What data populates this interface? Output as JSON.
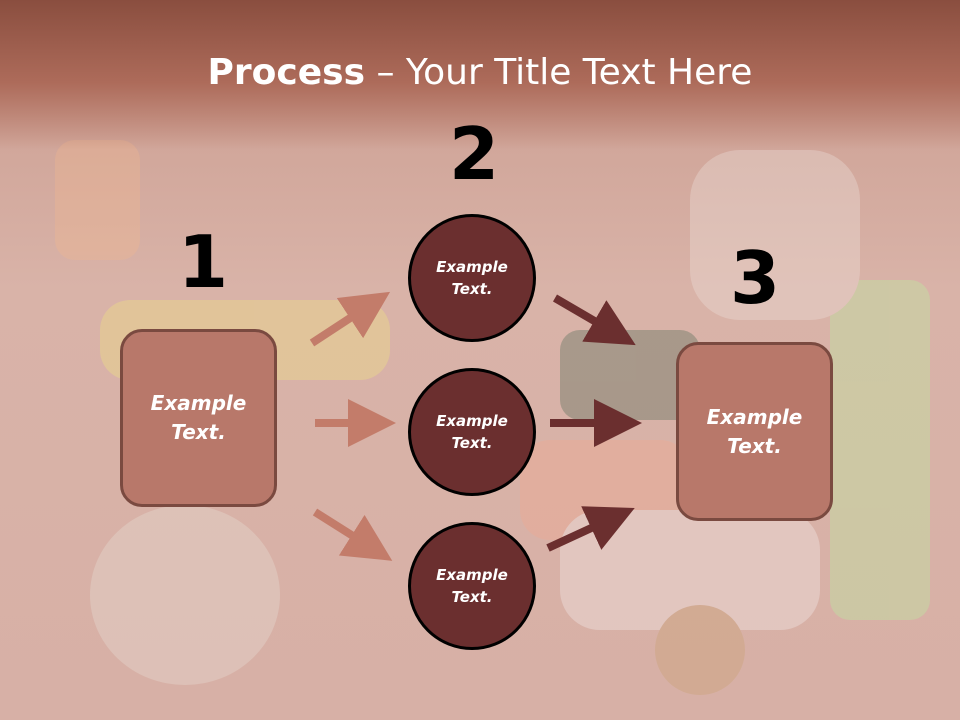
{
  "slide": {
    "title_bold": "Process",
    "title_rest": " – Your Title Text Here"
  },
  "steps": {
    "n1": "1",
    "n2": "2",
    "n3": "3"
  },
  "left_box": {
    "text_line1": "Example",
    "text_line2": "Text."
  },
  "right_box": {
    "text_line1": "Example",
    "text_line2": "Text."
  },
  "circles": [
    {
      "line1": "Example",
      "line2": "Text."
    },
    {
      "line1": "Example",
      "line2": "Text."
    },
    {
      "line1": "Example",
      "line2": "Text."
    }
  ],
  "colors": {
    "box_fill": "#b8786a",
    "circle_fill": "#6b2f2f",
    "arrow_light": "#c37c6a",
    "arrow_dark": "#6b2f2f"
  }
}
